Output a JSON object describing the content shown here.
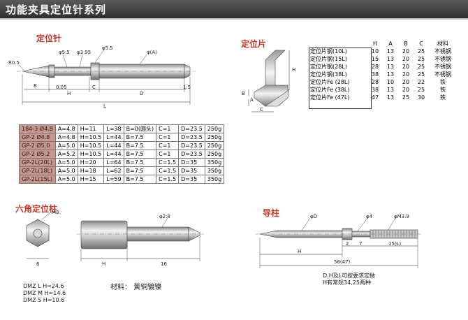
{
  "header": {
    "title": "功能夹具定位针系列"
  },
  "sections": {
    "locating_pin": "定位针",
    "locating_plate": "定位片",
    "hex_pin": "六角定位柱",
    "guide_post": "导柱"
  },
  "pin_dims": {
    "r": "R0.5",
    "d1": "φ5.5",
    "d2": "φ3.95",
    "d3": "φ5.5",
    "dA": "φ(A)",
    "b": "B",
    "h": "H",
    "c": "C",
    "d": "D",
    "l": "L",
    "t1": "0.05",
    "t2": "1.5"
  },
  "pin_table": {
    "rows": [
      [
        "184-3 Ø4.8",
        "A=4.8",
        "H=11",
        "L=38",
        "B=0(圆头)",
        "C=1",
        "D=23.5",
        "250g"
      ],
      [
        "GP-2 Ø4.8",
        "A=4.8",
        "H=10.5",
        "L=44",
        "B=7.5",
        "C=1",
        "D=23.5",
        "250g"
      ],
      [
        "GP-2 Ø5.0",
        "A=5.0",
        "H=10.5",
        "L=44",
        "B=7.5",
        "C=1",
        "D=23.5",
        "250g"
      ],
      [
        "GP-2 Ø5.2",
        "A=5.2",
        "H=10.5",
        "L=44",
        "B=7.5",
        "C=1",
        "D=23.5",
        "250g"
      ],
      [
        "GP-2L(20L)",
        "A=5.0",
        "H=20",
        "L=64",
        "B=7.5",
        "C=1.5",
        "D=35",
        "350g"
      ],
      [
        "GP-2L(18L)",
        "A=5.0",
        "H=18",
        "L=62",
        "B=7.5",
        "C=1.5",
        "D=35",
        "350g"
      ],
      [
        "GP-2L(15L)",
        "A=5.0",
        "H=15",
        "L=59",
        "B=7.5",
        "C=1.5",
        "D=35",
        "350g"
      ]
    ]
  },
  "plate_dims": {
    "a": "A",
    "b": "B",
    "c": "C",
    "h": "H"
  },
  "plate_table": {
    "headers": [
      "",
      "H",
      "A",
      "B",
      "C",
      "材料"
    ],
    "rows": [
      [
        "定位片钢(10L)",
        "10",
        "13",
        "20",
        "25",
        "不锈钢"
      ],
      [
        "定位片钢(15L)",
        "15",
        "13",
        "20",
        "25",
        "不锈钢"
      ],
      [
        "定位片钢(28L)",
        "28",
        "13",
        "20",
        "25",
        "不锈钢"
      ],
      [
        "定位片钢(38L)",
        "38",
        "13",
        "20",
        "25",
        "不锈钢"
      ],
      [
        "定位片Fe (28L)",
        "28",
        "10",
        "20",
        "22",
        "铁"
      ],
      [
        "定位片Fe (38L)",
        "38",
        "13",
        "20",
        "25",
        "铁"
      ],
      [
        "定位片Fe (47L)",
        "47",
        "13",
        "25",
        "30",
        "铁"
      ]
    ]
  },
  "hex_dims": {
    "m3": "M3",
    "w": "6",
    "h": "H",
    "len": "16",
    "d": "φ2.8"
  },
  "hex_notes": [
    "DMZ   L   H=24.6",
    "DMZ   M   H=14.6",
    "DMZ   S   H=10.6"
  ],
  "hex_material": "材料： 黄铜镀镍",
  "guide_dims": {
    "d": "φD",
    "d4": "φ4",
    "m": "φM3.9",
    "h": "H",
    "two": "2",
    "seven": "7",
    "fifteen": "15(L)",
    "total": "56(47)"
  },
  "guide_notes": [
    "D.H及L可按要求定做",
    "H有常规34,25两种"
  ]
}
